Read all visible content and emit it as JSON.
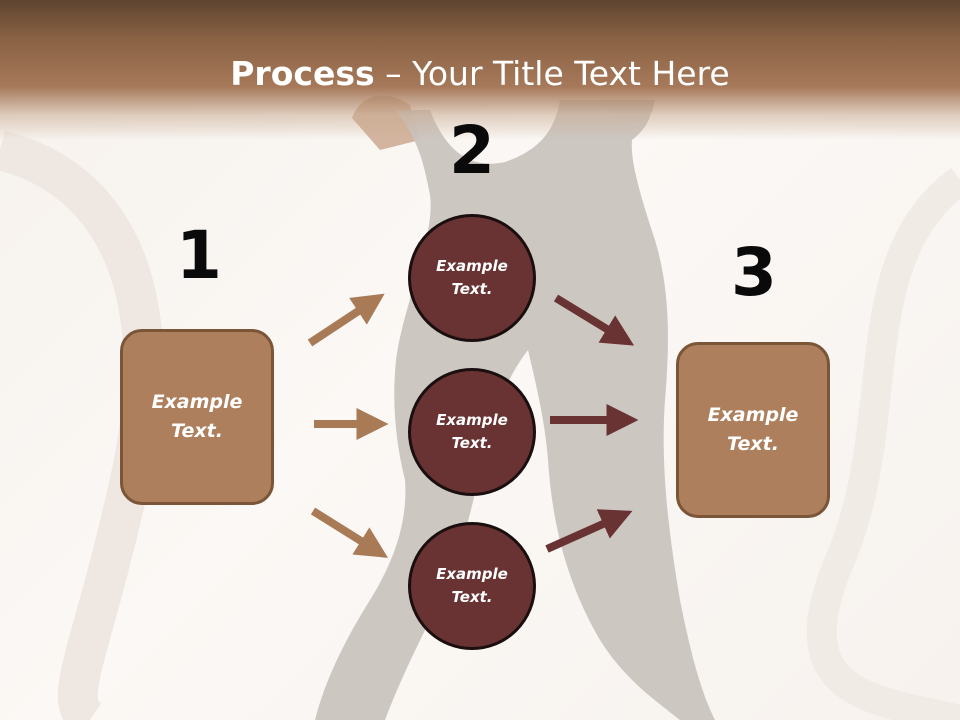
{
  "title": {
    "bold": "Process",
    "rest": " – Your Title Text Here"
  },
  "steps": {
    "one": {
      "number": "1",
      "text": "Example Text."
    },
    "two": {
      "number": "2",
      "items": [
        "Example Text.",
        "Example Text.",
        "Example Text."
      ]
    },
    "three": {
      "number": "3",
      "text": "Example Text."
    }
  },
  "colors": {
    "header": "#8a6244",
    "box_fill": "#ad7f5c",
    "circle_fill": "#6a3333",
    "arrow_in": "#a97a56",
    "arrow_out": "#6a3333",
    "silhouette": "#cac4bf"
  }
}
